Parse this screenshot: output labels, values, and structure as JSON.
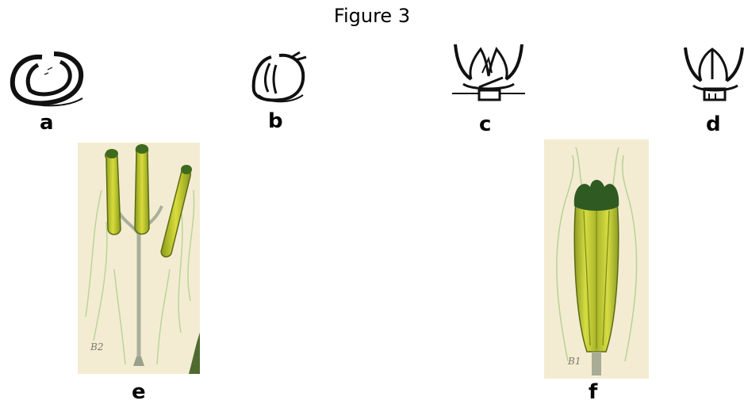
{
  "figure": {
    "title": "Figure 3",
    "panels": [
      {
        "id": "a",
        "label": "a",
        "kind": "line-drawing"
      },
      {
        "id": "b",
        "label": "b",
        "kind": "line-drawing"
      },
      {
        "id": "c",
        "label": "c",
        "kind": "line-drawing"
      },
      {
        "id": "d",
        "label": "d",
        "kind": "line-drawing"
      },
      {
        "id": "e",
        "label": "e",
        "kind": "botanical-illustration",
        "inscription": "B2"
      },
      {
        "id": "f",
        "label": "f",
        "kind": "botanical-illustration",
        "inscription": "B1"
      }
    ]
  }
}
